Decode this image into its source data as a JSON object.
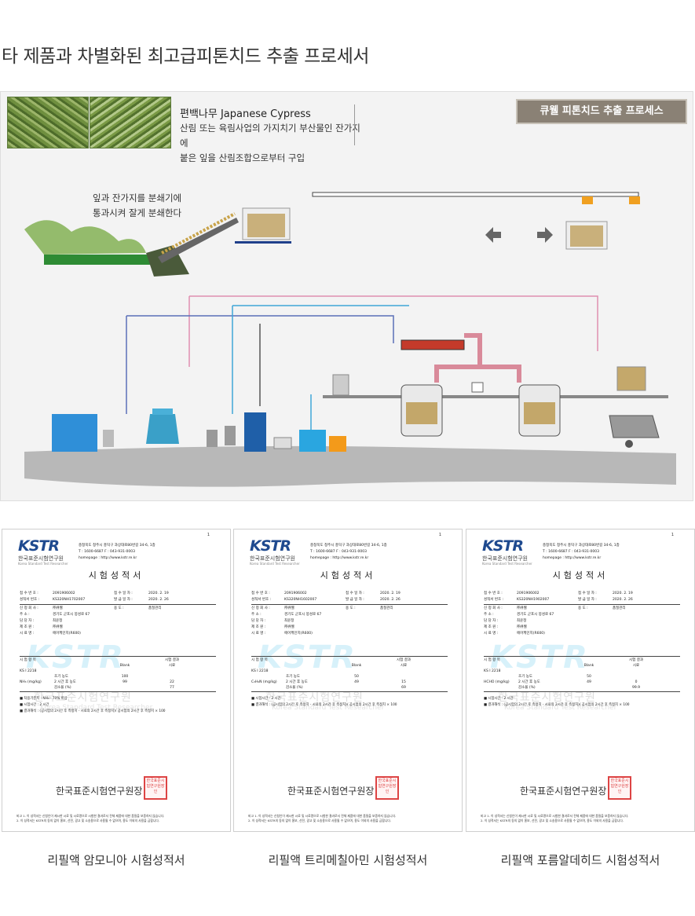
{
  "heading": "타 제품과 차별화된 최고급피톤치드 추출 프로세서",
  "process": {
    "tree_title": "편백나무 Japanese Cypress",
    "tree_desc_line1": "산림 또는 육림사업의 가지치기 부산물인 잔가지에",
    "tree_desc_line2": "붙은 잎을 산림조합으로부터 구입",
    "badge": "큐웰 피톤치드 추출 프로세스",
    "crush_line1": "잎과 잔가지를 분쇄기에",
    "crush_line2": "통과시켜 잘게 분쇄한다"
  },
  "docs": [
    {
      "logo": "KSTR",
      "logo_kr": "한국표준시험연구원",
      "logo_en": "Korea Standard Test Researcher",
      "page": "1",
      "addr1": "충청북도 청주시 흥덕구 과상대로80번길 34-6, 1층",
      "addr2": "T : 1600-6687        F : 043-931-0003",
      "addr3": "homepage : http://www.kstr.re.kr",
      "title": "시험성적서",
      "receipt_no_k": "접 수 번 호 :",
      "receipt_no_v": "2091906002",
      "receipt_date_k": "접 수 일 자 :",
      "receipt_date_v": "2020. 2. 19",
      "report_no_k": "성적서 번호 :",
      "report_no_v": "KS320NH1702007",
      "issue_date_k": "발 급 일 자 :",
      "issue_date_v": "2020. 2. 26",
      "client_k": "신 청 회 사 :",
      "client_v": "㈜큐웰",
      "use_k": "용        도 :",
      "use_v": "품질관리",
      "addr_k": "주        소 :",
      "addr_v": "경기도 군포시 봉성로 67",
      "manager_k": "담 당 자 :",
      "manager_v": "최윤정",
      "maker_k": "제 조 원 :",
      "maker_v": "㈜큐웰",
      "sample_k": "시 료 명 :",
      "sample_v": "에어케인지(R600)",
      "result_header": "시험 결과",
      "item_header": "시 험 항 목",
      "blank": "Blank",
      "sample_col": "시료",
      "std": "KS I 2218",
      "r1a": "초기 농도",
      "r1b": "100",
      "r1c": "",
      "gas": "NH₃ (mg/kg)",
      "r2a": "2 시간 후 농도",
      "r2b": "99",
      "r2c": "22",
      "r3a": "감소율 (%)",
      "r3b": "",
      "r3c": "77",
      "note1": "■ 처용기준치 : NH₃ - 70% 이상",
      "note2": "■ 시험시간 : 2 시간",
      "note3": "■ 결과해석 : (공시험의 2시간 후 측정치 - 시료의 2시간 후 측정치)/ 공시험의 2시간 후 측정치 × 100",
      "watermark": "KSTR",
      "wm_kr": "한국표준시험연구원",
      "wm_en": "Korea Standard Test Researcher",
      "institute": "한국표준시험연구원장",
      "stamp": "한국표준시험연구원장인",
      "foot1": "비고 1. 이 성적서는 신청인이 제시한 시료 및 시료명으로 시험한 결과로서 전체 제품에 대한 품질을 보증하지 않습니다.",
      "foot2": "2. 이 성적서는 KSTR의 동의 없이 홍보, 선전, 광고 및 소송용으로 사용될 수 없으며, 용도 이외의 사용을 금합니다.",
      "caption": "리필액 암모니아 시험성적서"
    },
    {
      "logo": "KSTR",
      "logo_kr": "한국표준시험연구원",
      "logo_en": "Korea Standard Test Researcher",
      "page": "1",
      "addr1": "충청북도 청주시 흥덕구 과상대로80번길 34-6, 1층",
      "addr2": "T : 1600-6687        F : 043-931-0003",
      "addr3": "homepage : http://www.kstr.re.kr",
      "title": "시험성적서",
      "receipt_no_k": "접 수 번 호 :",
      "receipt_no_v": "2091906002",
      "receipt_date_k": "접 수 일 자 :",
      "receipt_date_v": "2020. 2. 19",
      "report_no_k": "성적서 번호 :",
      "report_no_v": "KS320NH1602007",
      "issue_date_k": "발 급 일 자 :",
      "issue_date_v": "2020. 2. 26",
      "client_k": "신 청 회 사 :",
      "client_v": "㈜큐웰",
      "use_k": "용        도 :",
      "use_v": "품질관리",
      "addr_k": "주        소 :",
      "addr_v": "경기도 군포시 봉성로 67",
      "manager_k": "담 당 자 :",
      "manager_v": "최윤정",
      "maker_k": "제 조 원 :",
      "maker_v": "㈜큐웰",
      "sample_k": "시 료 명 :",
      "sample_v": "에어케인지(R600)",
      "result_header": "시험 결과",
      "item_header": "시 험 항 목",
      "blank": "Blank",
      "sample_col": "시료",
      "std": "KS I 2218",
      "r1a": "초기 농도",
      "r1b": "50",
      "r1c": "",
      "gas": "C₃H₉N (mg/kg)",
      "r2a": "2 시간 후 농도",
      "r2b": "49",
      "r2c": "15",
      "r3a": "감소율 (%)",
      "r3b": "",
      "r3c": "69",
      "note1": "■ 시험시간 : 2 시간",
      "note2": "■ 결과해석 : (공시험의 2시간 후 측정치 - 시료의 2시간 후 측정치)/ 공시험의 2시간 후 측정치 × 100",
      "note3": "",
      "watermark": "KSTR",
      "wm_kr": "한국표준시험연구원",
      "wm_en": "Korea Standard Test Researcher",
      "institute": "한국표준시험연구원장",
      "stamp": "한국표준시험연구원장인",
      "foot1": "비고 1. 이 성적서는 신청인이 제시한 시료 및 시료명으로 시험한 결과로서 전체 제품에 대한 품질을 보증하지 않습니다.",
      "foot2": "2. 이 성적서는 KSTR의 동의 없이 홍보, 선전, 광고 및 소송용으로 사용될 수 없으며, 용도 이외의 사용을 금합니다.",
      "caption": "리필액 트리메칠아민 시험성적서"
    },
    {
      "logo": "KSTR",
      "logo_kr": "한국표준시험연구원",
      "logo_en": "Korea Standard Test Researcher",
      "page": "1",
      "addr1": "충청북도 청주시 흥덕구 과상대로80번길 34-6, 1층",
      "addr2": "T : 1600-6687        F : 043-931-0003",
      "addr3": "homepage : http://www.kstr.re.kr",
      "title": "시험성적서",
      "receipt_no_k": "접 수 번 호 :",
      "receipt_no_v": "2091906002",
      "receipt_date_k": "접 수 일 자 :",
      "receipt_date_v": "2020. 2. 19",
      "report_no_k": "성적서 번호 :",
      "report_no_v": "KS320NH1902007",
      "issue_date_k": "발 급 일 자 :",
      "issue_date_v": "2020. 2. 26",
      "client_k": "신 청 회 사 :",
      "client_v": "㈜큐웰",
      "use_k": "용        도 :",
      "use_v": "품질관리",
      "addr_k": "주        소 :",
      "addr_v": "경기도 군포시 봉성로 67",
      "manager_k": "담 당 자 :",
      "manager_v": "최윤정",
      "maker_k": "제 조 원 :",
      "maker_v": "㈜큐웰",
      "sample_k": "시 료 명 :",
      "sample_v": "에어케인지(R600)",
      "result_header": "시험 결과",
      "item_header": "시 험 항 목",
      "blank": "Blank",
      "sample_col": "시료",
      "std": "KS I 2218",
      "r1a": "초기 농도",
      "r1b": "50",
      "r1c": "",
      "gas": "HCHO (mg/kg)",
      "r2a": "2 시간 후 농도",
      "r2b": "49",
      "r2c": "0",
      "r3a": "감소율 (%)",
      "r3b": "",
      "r3c": "99.9",
      "note1": "■ 시험시간 : 2 시간",
      "note2": "■ 결과해석 : (공시험의 2시간 후 측정치 - 시료의 2시간 후 측정치)/ 공시험의 2시간 후 측정치 × 100",
      "note3": "",
      "watermark": "KSTR",
      "wm_kr": "한국표준시험연구원",
      "wm_en": "Korea Standard Test Researcher",
      "institute": "한국표준시험연구원장",
      "stamp": "한국표준시험연구원장인",
      "foot1": "비고 1. 이 성적서는 신청인이 제시한 시료 및 시료명으로 시험한 결과로서 전체 제품에 대한 품질을 보증하지 않습니다.",
      "foot2": "2. 이 성적서는 KSTR의 동의 없이 홍보, 선전, 광고 및 소송용으로 사용될 수 없으며, 용도 이외의 사용을 금합니다.",
      "caption": "리필액 포름알데히드 시험성적서"
    }
  ]
}
